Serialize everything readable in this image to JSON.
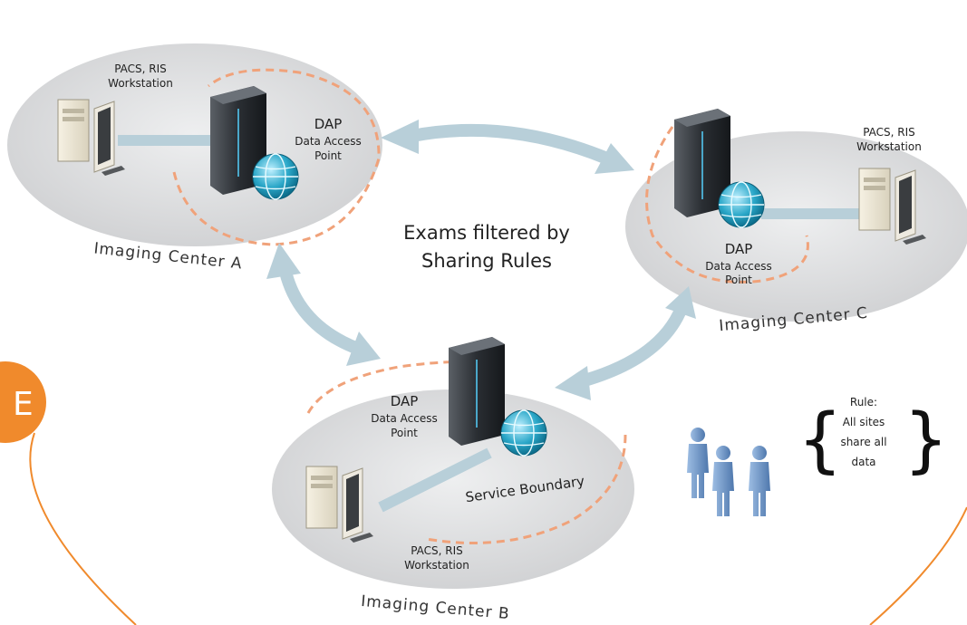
{
  "center_title": [
    "Exams filtered by",
    "Sharing Rules"
  ],
  "badge_letter": "E",
  "sites": {
    "a": {
      "name": "Imaging Center A",
      "workstation": [
        "PACS, RIS",
        "Workstation"
      ],
      "dap_title": "DAP",
      "dap_sub": [
        "Data Access",
        "Point"
      ]
    },
    "b": {
      "name": "Imaging Center B",
      "workstation": [
        "PACS, RIS",
        "Workstation"
      ],
      "dap_title": "DAP",
      "dap_sub": [
        "Data Access",
        "Point"
      ],
      "boundary": "Service Boundary"
    },
    "c": {
      "name": "Imaging Center C",
      "workstation": [
        "PACS, RIS",
        "Workstation"
      ],
      "dap_title": "DAP",
      "dap_sub": [
        "Data Access",
        "Point"
      ]
    }
  },
  "rule": [
    "Rule:",
    "All sites",
    "share all",
    "data"
  ],
  "colors": {
    "ellipse": "#d9dadb",
    "arrow": "#b8cfd9",
    "boundary": "#f0a27a",
    "orange": "#f08a2c",
    "server": "#2e3236",
    "globe": "#2aa7c8",
    "person": "#6f96c6"
  }
}
